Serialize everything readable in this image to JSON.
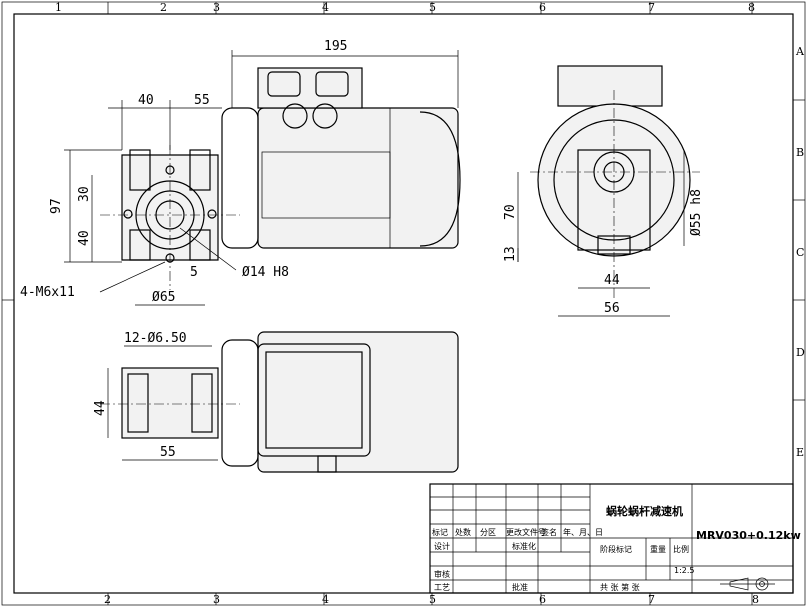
{
  "border": {
    "col_labels": [
      "1",
      "2",
      "3",
      "4",
      "5",
      "6",
      "7",
      "8"
    ],
    "row_labels": [
      "A",
      "B",
      "C",
      "D",
      "E"
    ]
  },
  "dimensions": {
    "front_total": "195",
    "front_a": "40",
    "front_b": "55",
    "front_h_total": "97",
    "front_h1": "30",
    "front_h2": "40",
    "shaft_bore": "Ø14 H8",
    "bolt_circle": "Ø65",
    "bolt_spec": "4-M6x11",
    "offset": "5",
    "side_h1": "70",
    "side_h2": "13",
    "side_w1": "44",
    "side_w2": "56",
    "side_dia": "Ø55 h8",
    "top_holes": "12-Ø6.50",
    "top_h": "44",
    "top_w": "55"
  },
  "title_block": {
    "product_name": "蜗轮蜗杆减速机",
    "model": "MRV030+0.12kw",
    "header_cells": [
      "标记",
      "处数",
      "分区",
      "更改文件号",
      "签名",
      "年、月、日"
    ],
    "design": "设计",
    "standardize": "标准化",
    "stage_mark": "阶段标记",
    "weight": "重量",
    "scale_label": "比例",
    "scale_value": "1:2.5",
    "review": "审核",
    "process": "工艺",
    "approve": "批准",
    "sheets": "共  张  第  张"
  }
}
